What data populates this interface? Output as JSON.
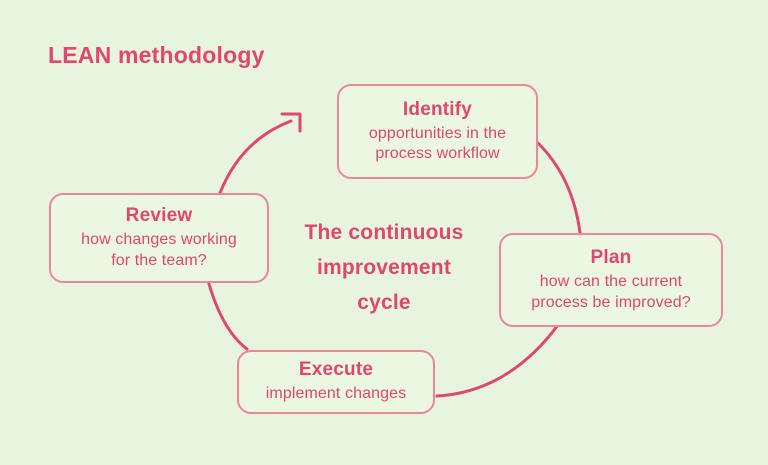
{
  "title": "LEAN methodology",
  "center": {
    "text": "The continuous\nimprovement\ncycle"
  },
  "nodes": {
    "identify": {
      "title": "Identify",
      "description": "opportunities in the\nprocess workflow"
    },
    "plan": {
      "title": "Plan",
      "description": "how can the current\nprocess be improved?"
    },
    "execute": {
      "title": "Execute",
      "description": "implement changes"
    },
    "review": {
      "title": "Review",
      "description": "how changes working\nfor the team?"
    }
  },
  "colors": {
    "background": "#e8f5de",
    "accent": "#e0466e",
    "box_border": "#ee8599",
    "box_fill": "#ebf7e1"
  }
}
